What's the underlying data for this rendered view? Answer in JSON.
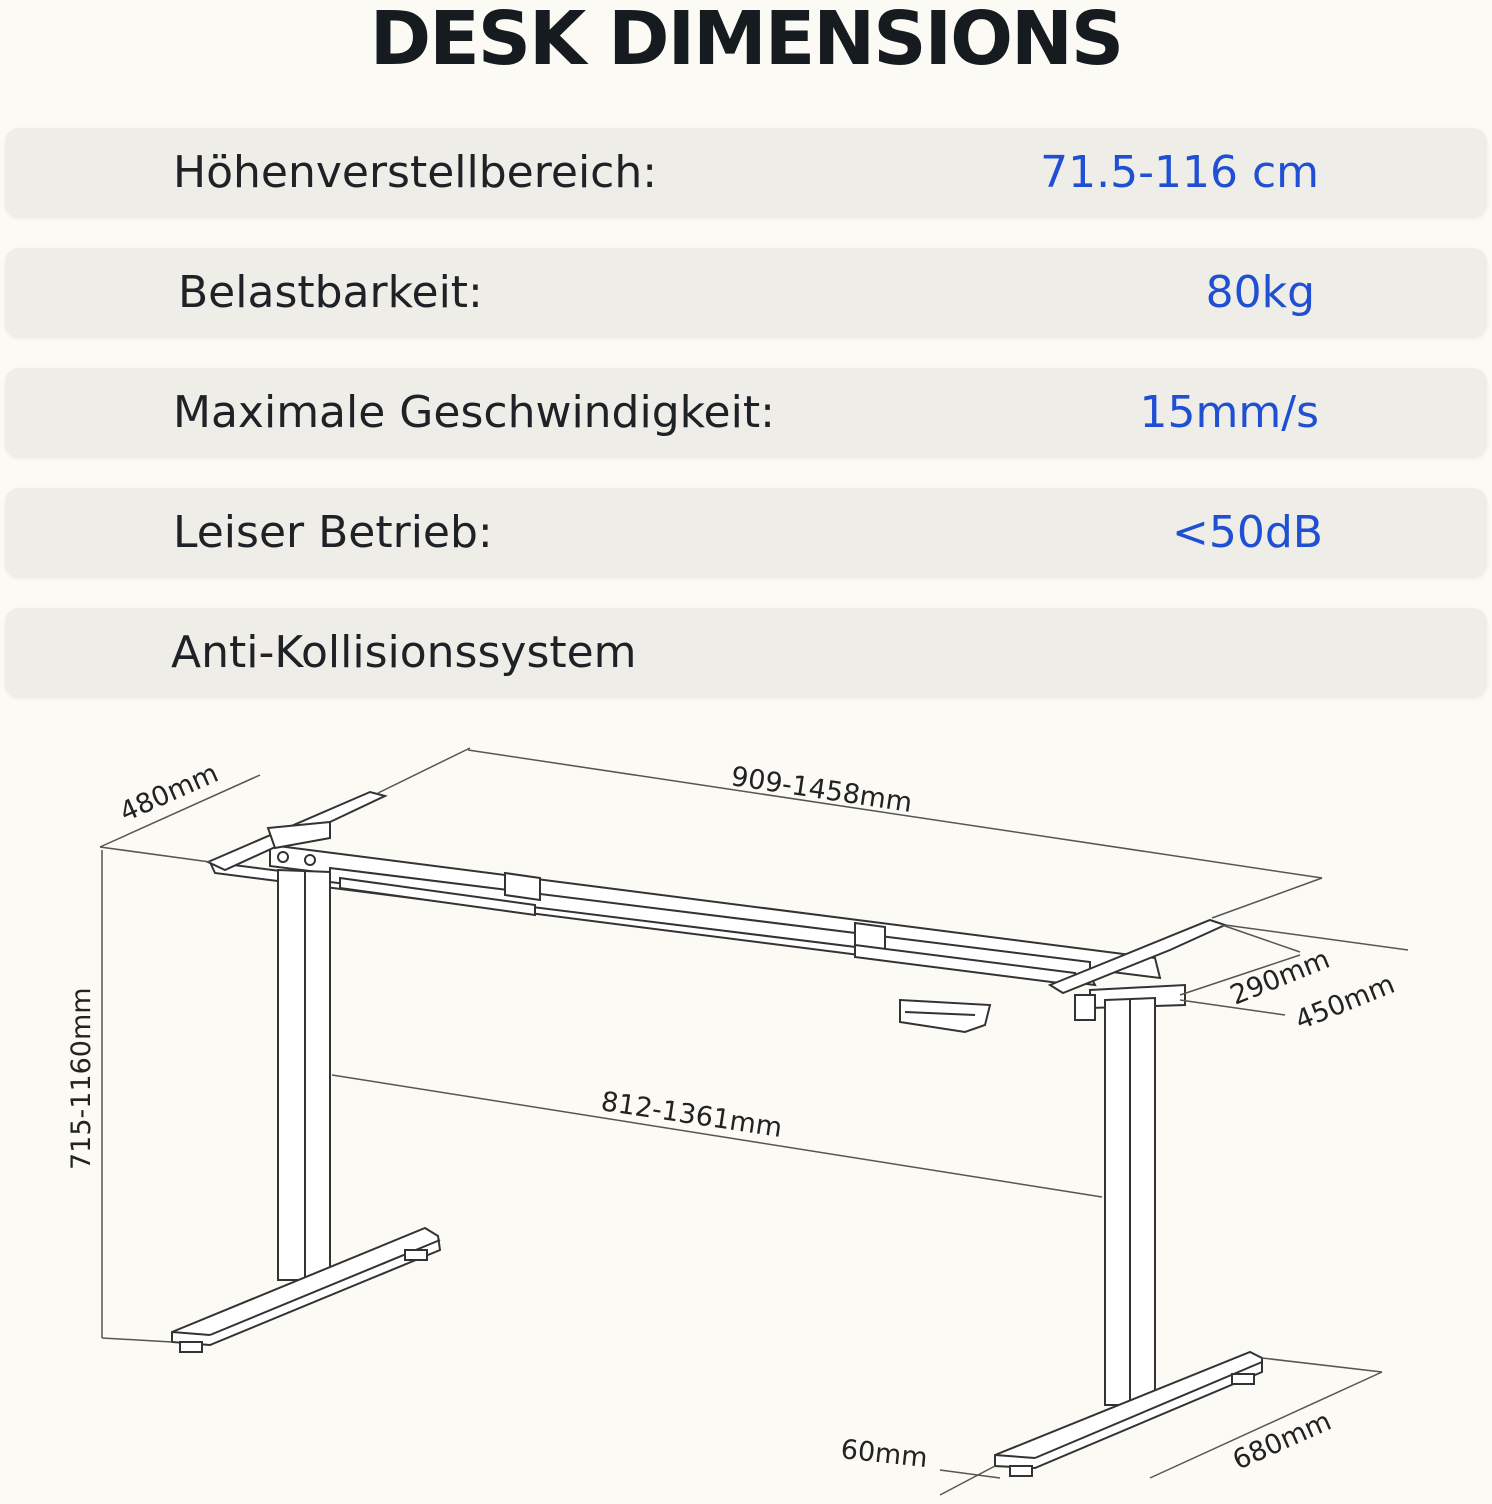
{
  "title": "DESK DIMENSIONS",
  "specs": [
    {
      "label": "Höhenverstellbereich:",
      "value": "71.5-116 cm"
    },
    {
      "label": "Belastbarkeit:",
      "value": "80kg"
    },
    {
      "label": "Maximale Geschwindigkeit:",
      "value": "15mm/s"
    },
    {
      "label": "Leiser Betrieb:",
      "value": "<50dB"
    },
    {
      "label": "Anti-Kollisionssystem",
      "value": ""
    }
  ],
  "dimensions": {
    "frame_width": "909-1458mm",
    "top_depth": "480mm",
    "height": "715-1160mm",
    "inner_width": "812-1361mm",
    "bracket_290": "290mm",
    "bracket_450": "450mm",
    "foot_width": "60mm",
    "foot_length": "680mm"
  },
  "colors": {
    "accent": "#1f4fd3",
    "row_bg": "#eeede8",
    "background": "#fbfaf4"
  }
}
